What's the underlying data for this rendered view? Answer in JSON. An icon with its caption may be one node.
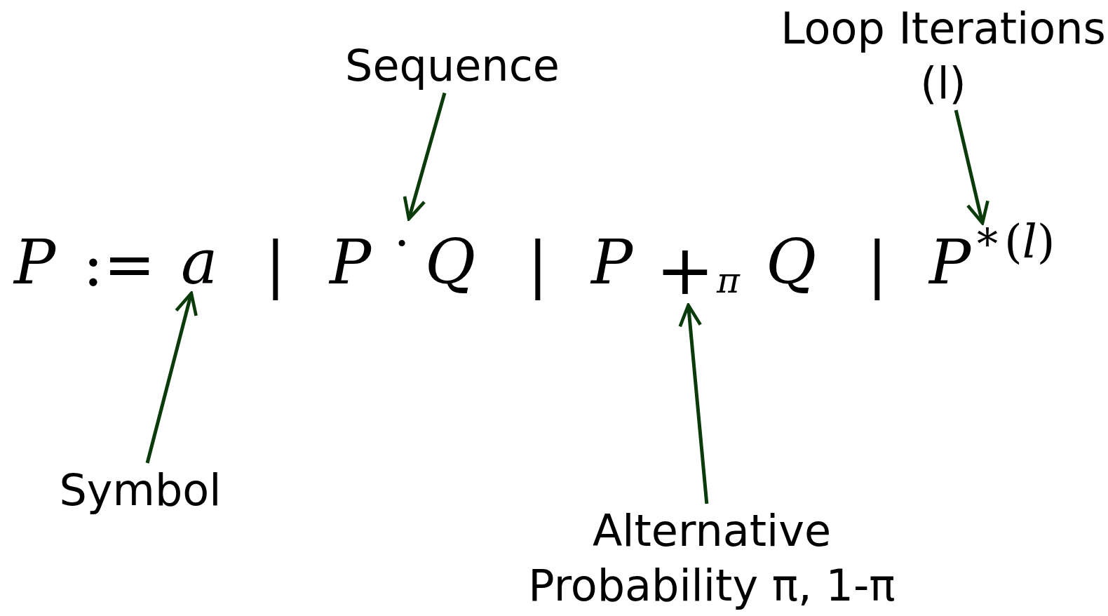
{
  "diagram": {
    "nodes": [
      {
        "text": [
          "Sequence"
        ]
      },
      {
        "text": [
          "Loop Iterations (l)"
        ]
      },
      {
        "text": [
          "Symbol"
        ]
      },
      {
        "text": [
          "Alternative Probability π, 1-π"
        ]
      },
      {
        "text": [
          "a"
        ]
      },
      {
        "text": [
          "·"
        ]
      },
      {
        "text": [
          "+"
        ]
      },
      {
        "text": [
          "*"
        ]
      }
    ],
    "edges": [
      {
        "from": 0,
        "to": 5,
        "arrow": "to"
      },
      {
        "from": 1,
        "to": 7,
        "arrow": "to"
      },
      {
        "from": 2,
        "to": 4,
        "arrow": "to"
      },
      {
        "from": 3,
        "to": 6,
        "arrow": "to"
      }
    ],
    "labels": [
      "P",
      ":=",
      "|",
      "P",
      "Q",
      "|",
      "P",
      "π",
      "Q",
      "|",
      "P",
      "(*l*)"
    ]
  }
}
